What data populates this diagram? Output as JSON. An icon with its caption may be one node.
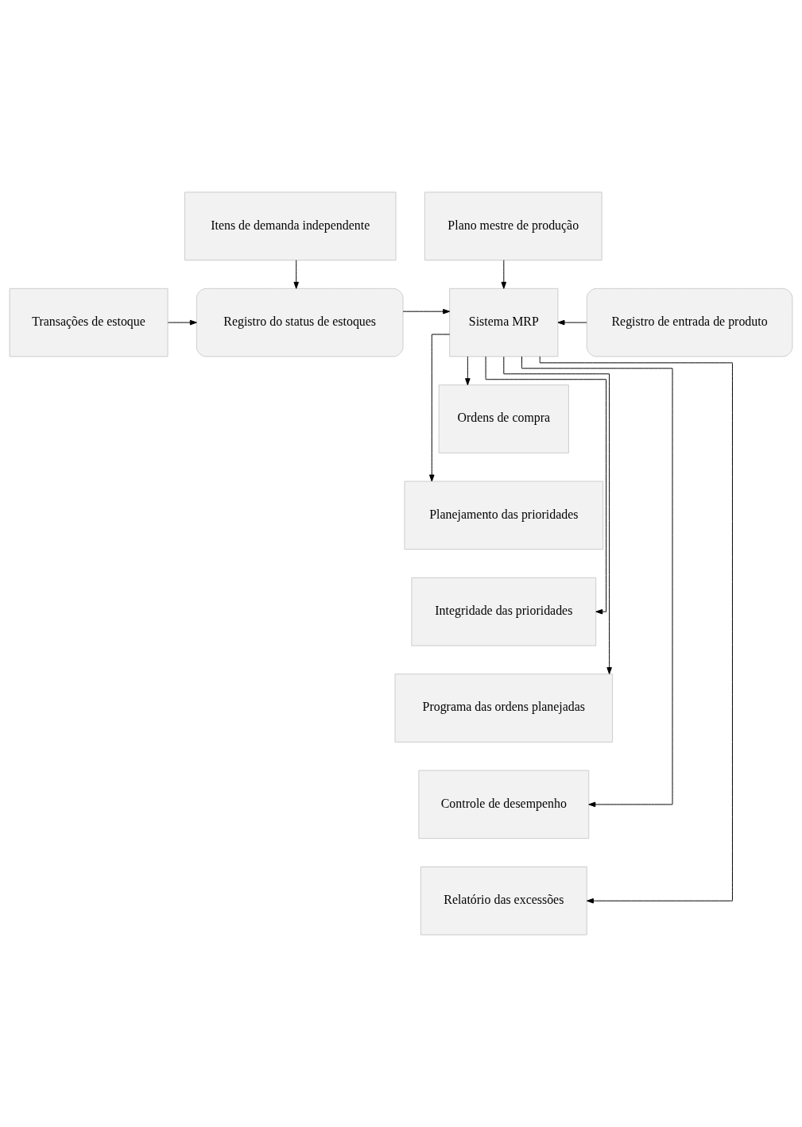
{
  "diagram": {
    "nodes": [
      {
        "text": [
          "Itens de demanda independente"
        ]
      },
      {
        "text": [
          "Plano mestre de produção"
        ]
      },
      {
        "text": [
          "Transações de estoque"
        ]
      },
      {
        "text": [
          "Registro do status de estoques"
        ]
      },
      {
        "text": [
          "Sistema MRP"
        ]
      },
      {
        "text": [
          "Registro de entrada de produto"
        ]
      },
      {
        "text": [
          "Ordens de compra"
        ]
      },
      {
        "text": [
          "Planejamento das prioridades"
        ]
      },
      {
        "text": [
          "Integridade das prioridades"
        ]
      },
      {
        "text": [
          "Programa das ordens planejadas"
        ]
      },
      {
        "text": [
          "Controle de desempenho"
        ]
      },
      {
        "text": [
          "Relatório das excessões"
        ]
      }
    ],
    "edges": [
      {
        "from": 0,
        "to": 3,
        "arrow": "to"
      },
      {
        "from": 1,
        "to": 4,
        "arrow": "to"
      },
      {
        "from": 2,
        "to": 3,
        "arrow": "to"
      },
      {
        "from": 3,
        "to": 4,
        "arrow": "to"
      },
      {
        "from": 5,
        "to": 4,
        "arrow": "to"
      },
      {
        "from": 4,
        "to": 6,
        "arrow": "to"
      },
      {
        "from": 4,
        "to": 7,
        "arrow": "to"
      },
      {
        "from": 4,
        "to": 8,
        "arrow": "to"
      },
      {
        "from": 4,
        "to": 9,
        "arrow": "to"
      },
      {
        "from": 4,
        "to": 10,
        "arrow": "to"
      },
      {
        "from": 4,
        "to": 11,
        "arrow": "to"
      }
    ]
  }
}
